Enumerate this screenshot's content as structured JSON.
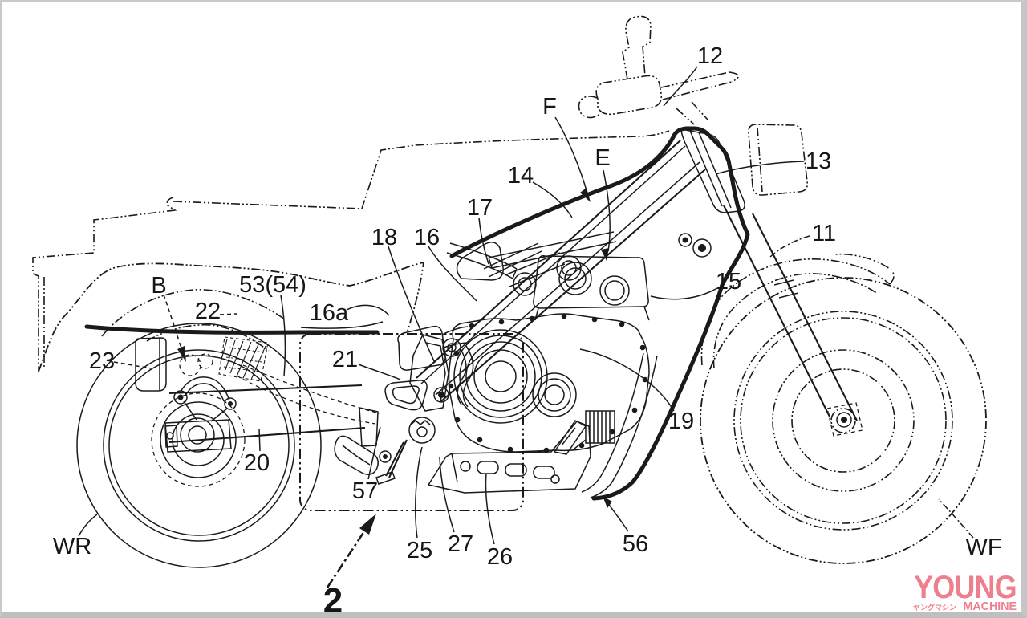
{
  "labels": [
    {
      "text": "12"
    },
    {
      "text": "F"
    },
    {
      "text": "E"
    },
    {
      "text": "14"
    },
    {
      "text": "13"
    },
    {
      "text": "17"
    },
    {
      "text": "11"
    },
    {
      "text": "18"
    },
    {
      "text": "16"
    },
    {
      "text": "15"
    },
    {
      "text": "B"
    },
    {
      "text": "53(54)"
    },
    {
      "text": "22"
    },
    {
      "text": "16a"
    },
    {
      "text": "23"
    },
    {
      "text": "21"
    },
    {
      "text": "19"
    },
    {
      "text": "20"
    },
    {
      "text": "57"
    },
    {
      "text": "25"
    },
    {
      "text": "27"
    },
    {
      "text": "26"
    },
    {
      "text": "56"
    },
    {
      "text": "2"
    },
    {
      "text": "WR"
    },
    {
      "text": "WF"
    }
  ],
  "watermark": {
    "title": "YOUNG",
    "subtitle_jp": "ヤングマシン",
    "subtitle": "MACHINE",
    "color": "#ee7f8d"
  },
  "colors": {
    "ink": "#1a1a1a",
    "background": "#ffffff",
    "frame_gray": "#c9c9c9",
    "watermark_pink": "#ee7f8d"
  }
}
